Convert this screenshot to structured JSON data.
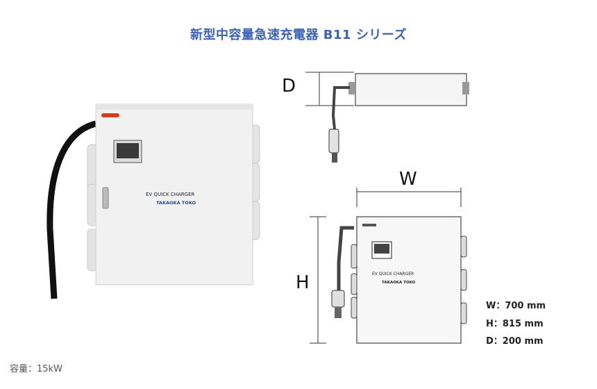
{
  "title": "新型中容量急速充電器 B11 シリーズ",
  "caption": "容量：15kW",
  "unit_labels": {
    "brand_text": "EV QUICK CHARGER",
    "maker_text": "TAKAOKA TOKO"
  },
  "dimension_letters": {
    "depth": "D",
    "width": "W",
    "height": "H"
  },
  "specs": [
    {
      "label": "W：700 mm"
    },
    {
      "label": "H：815 mm"
    },
    {
      "label": "D：200 mm"
    }
  ],
  "colors": {
    "title": "#3d63b6",
    "panel": "#f1f1f1",
    "cable": "#111111"
  }
}
